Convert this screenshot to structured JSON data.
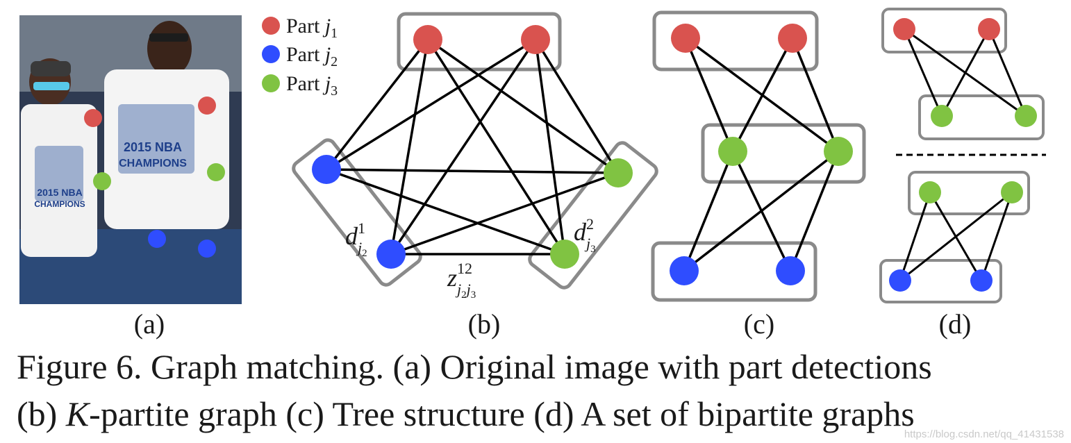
{
  "figure": {
    "legend": [
      {
        "prefix": "Part",
        "var": "j",
        "sub": "1",
        "color": "#d9534f"
      },
      {
        "prefix": "Part",
        "var": "j",
        "sub": "2",
        "color": "#2f4dff"
      },
      {
        "prefix": "Part",
        "var": "j",
        "sub": "3",
        "color": "#80c342"
      }
    ],
    "panels": [
      "(a)",
      "(b)",
      "(c)",
      "(d)"
    ],
    "panel_b_labels": {
      "d1": {
        "base": "d",
        "sup": "1",
        "sub": "j",
        "subsub": "2"
      },
      "d2": {
        "base": "d",
        "sup": "2",
        "sub": "j",
        "subsub": "3"
      },
      "z": {
        "base": "z",
        "sup": "12",
        "sub": "j",
        "subsub1": "2",
        "sub2": "j",
        "subsub2": "3"
      }
    },
    "photo_jersey_text": [
      "2015 NBA",
      "CHAMPIONS"
    ],
    "colors": {
      "red": "#d9534f",
      "blue": "#2f4dff",
      "green": "#80c342",
      "box": "#8a8a8a",
      "edge": "#000000"
    }
  },
  "caption": {
    "line1": "Figure 6. Graph matching. (a) Original image with part detections",
    "line2_a": "(b) ",
    "line2_K": "K",
    "line2_b": "-partite graph (c) Tree structure (d) A set of bipartite graphs"
  },
  "watermark": "https://blog.csdn.net/qq_41431538"
}
